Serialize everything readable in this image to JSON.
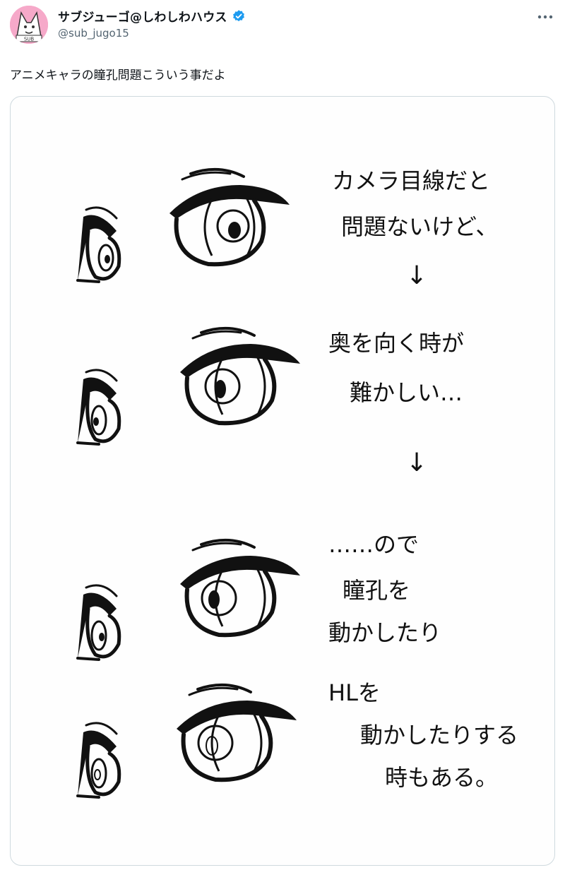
{
  "post": {
    "display_name": "サブジューゴ@しわしわハウス",
    "handle": "@sub_jugo15",
    "text": "アニメキャラの瞳孔問題こういう事だよ",
    "avatar_text": "SUB"
  },
  "illustration": {
    "lines": [
      "カメラ目線だと",
      "問題ないけど、",
      "↓",
      "奥を向く時が",
      "難かしい…",
      "↓",
      "……ので",
      "瞳孔を",
      "動かしたり",
      "HLを",
      "動かしたりする",
      "時もある。"
    ]
  },
  "colors": {
    "text_primary": "#0f1419",
    "text_secondary": "#536471",
    "verified": "#1d9bf0",
    "avatar_bg": "#f6a9c9",
    "border": "#cfd9de"
  }
}
